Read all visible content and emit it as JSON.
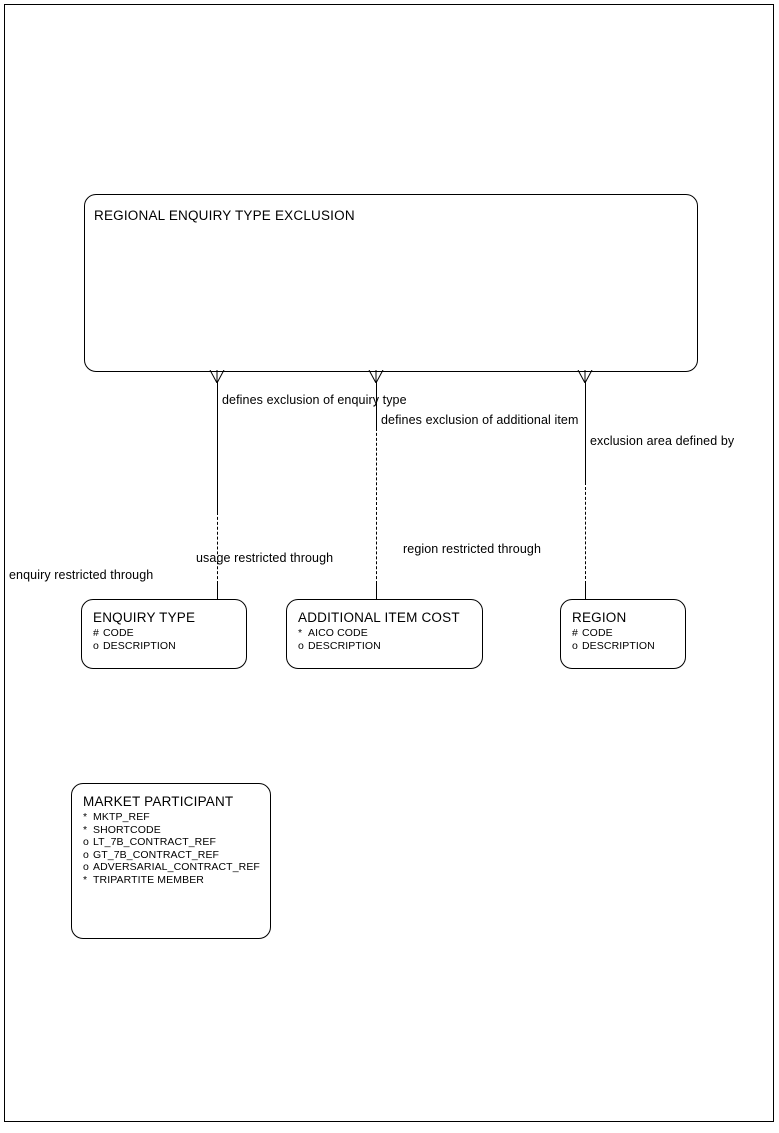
{
  "diagram": {
    "title": "REGIONAL ENQUIRY TYPE EXCLUSION",
    "notation": "crows-foot",
    "entities": [
      {
        "id": "regional-enquiry-type-exclusion",
        "name": "REGIONAL ENQUIRY TYPE EXCLUSION",
        "attributes": []
      },
      {
        "id": "enquiry-type",
        "name": "ENQUIRY TYPE",
        "attributes": [
          {
            "marker": "#",
            "name": "CODE"
          },
          {
            "marker": "o",
            "name": "DESCRIPTION"
          }
        ]
      },
      {
        "id": "additional-item-cost",
        "name": "ADDITIONAL ITEM COST",
        "attributes": [
          {
            "marker": "*",
            "name": "AICO CODE"
          },
          {
            "marker": "o",
            "name": "DESCRIPTION"
          }
        ]
      },
      {
        "id": "region",
        "name": "REGION",
        "attributes": [
          {
            "marker": "#",
            "name": "CODE"
          },
          {
            "marker": "o",
            "name": "DESCRIPTION"
          }
        ]
      },
      {
        "id": "market-participant",
        "name": "MARKET PARTICIPANT",
        "attributes": [
          {
            "marker": "*",
            "name": "MKTP_REF"
          },
          {
            "marker": "*",
            "name": "SHORTCODE"
          },
          {
            "marker": "o",
            "name": "LT_7B_CONTRACT_REF"
          },
          {
            "marker": "o",
            "name": "GT_7B_CONTRACT_REF"
          },
          {
            "marker": "o",
            "name": "ADVERSARIAL_CONTRACT_REF"
          },
          {
            "marker": "*",
            "name": "TRIPARTITE MEMBER"
          }
        ]
      }
    ],
    "relationships": [
      {
        "id": "enquiry-type-exclusion",
        "from_label": "defines exclusion of enquiry type",
        "to_label": "enquiry restricted through"
      },
      {
        "id": "additional-item-exclusion",
        "from_label": "defines exclusion of additional item",
        "to_label": "usage restricted through"
      },
      {
        "id": "region-exclusion",
        "from_label": "exclusion area defined by",
        "to_label": "region restricted through"
      }
    ],
    "extra_labels": [
      {
        "id": "region-restricted",
        "text": "region restricted through"
      }
    ]
  }
}
